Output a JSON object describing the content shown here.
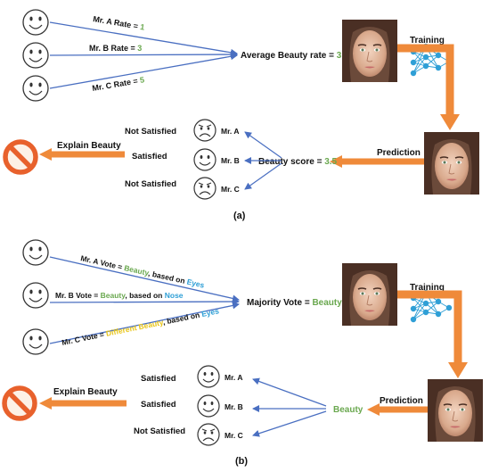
{
  "panel_a": {
    "rates": [
      {
        "prefix": "Mr. A Rate = ",
        "value": "1"
      },
      {
        "prefix": "Mr. B Rate = ",
        "value": "3"
      },
      {
        "prefix": "Mr. C Rate = ",
        "value": "5"
      }
    ],
    "average_prefix": "Average Beauty rate = ",
    "average_value": "3",
    "training": "Training",
    "prediction": "Prediction",
    "score_prefix": "Beauty score = ",
    "score_value": "3.5",
    "explain": "Explain Beauty",
    "feedback": [
      {
        "status": "Not Satisfied",
        "person": "Mr. A"
      },
      {
        "status": "Satisfied",
        "person": "Mr. B"
      },
      {
        "status": "Not Satisfied",
        "person": "Mr. C"
      }
    ],
    "caption": "(a)"
  },
  "panel_b": {
    "votes": [
      {
        "prefix": "Mr. A Vote = ",
        "vote": "Beauty",
        "mid": ", based on ",
        "feature": "Eyes"
      },
      {
        "prefix": "Mr. B Vote = ",
        "vote": "Beauty",
        "mid": ", based on ",
        "feature": "Nose"
      },
      {
        "prefix": "Mr. C Vote = ",
        "vote": "Different Beauty",
        "mid": ", based on ",
        "feature": "Eyes"
      }
    ],
    "majority_prefix": "Majority Vote = ",
    "majority_value": "Beauty",
    "training": "Training",
    "prediction": "Prediction",
    "result": "Beauty",
    "explain": "Explain Beauty",
    "feedback": [
      {
        "status": "Satisfied",
        "person": "Mr. A"
      },
      {
        "status": "Satisfied",
        "person": "Mr. B"
      },
      {
        "status": "Not Satisfied",
        "person": "Mr. C"
      }
    ],
    "caption": "(b)"
  },
  "colors": {
    "arrow_orange": "#ef8a3a",
    "line_blue": "#4a6fc1",
    "highlight_green": "#6aa84f",
    "highlight_blue": "#2f9fd6",
    "highlight_yellow": "#e8c51a",
    "forbidden_red": "#e8612c"
  },
  "icons": [
    "smiley-face-icon",
    "sad-face-icon",
    "neural-network-icon",
    "forbidden-icon",
    "face-photo"
  ]
}
